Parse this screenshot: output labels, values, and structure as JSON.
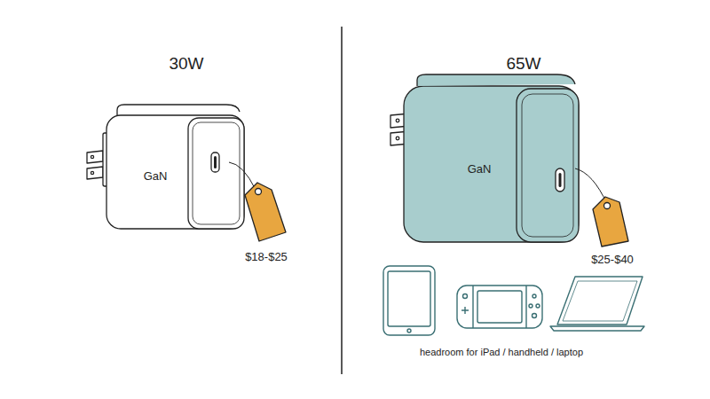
{
  "diagram": {
    "nodes": [
      {
        "text": [
          "GaN"
        ]
      },
      {
        "text": [
          "GaN"
        ]
      }
    ],
    "labels": [
      "30W",
      "$18-$25",
      "65W",
      "$25-$40",
      "headroom for iPad / handheld / laptop"
    ]
  }
}
